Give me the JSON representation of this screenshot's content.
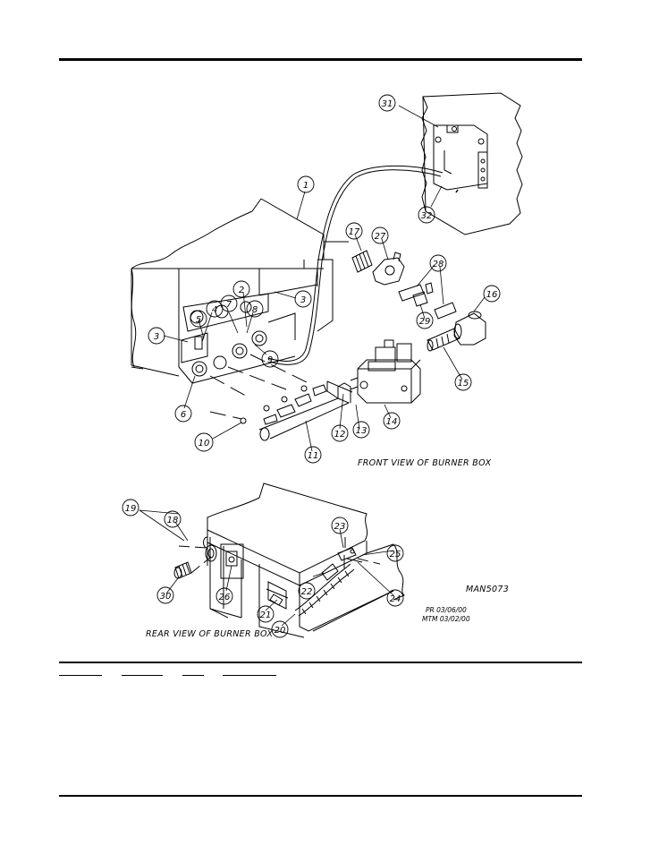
{
  "figure": {
    "front_caption": "FRONT VIEW OF BURNER BOX",
    "rear_caption": "REAR VIEW OF BURNER BOX",
    "drawing_number": "MAN5073",
    "drafter_note_1": "PR 03/06/00",
    "drafter_note_2": "MTM 03/02/00",
    "callouts": {
      "c1": "1",
      "c2": "2",
      "c3a": "3",
      "c3b": "3",
      "c4": "4",
      "c5": "5",
      "c6": "6",
      "c7": "7",
      "c8": "8",
      "c9": "9",
      "c10": "10",
      "c11": "11",
      "c12": "12",
      "c13": "13",
      "c14": "14",
      "c15": "15",
      "c16": "16",
      "c17": "17",
      "c18": "18",
      "c19": "19",
      "c20": "20",
      "c21": "21",
      "c22": "22",
      "c23": "23",
      "c24": "24",
      "c25": "25",
      "c26": "26",
      "c27": "27",
      "c28": "28",
      "c29": "29",
      "c30": "30",
      "c31": "31",
      "c32": "32"
    }
  }
}
